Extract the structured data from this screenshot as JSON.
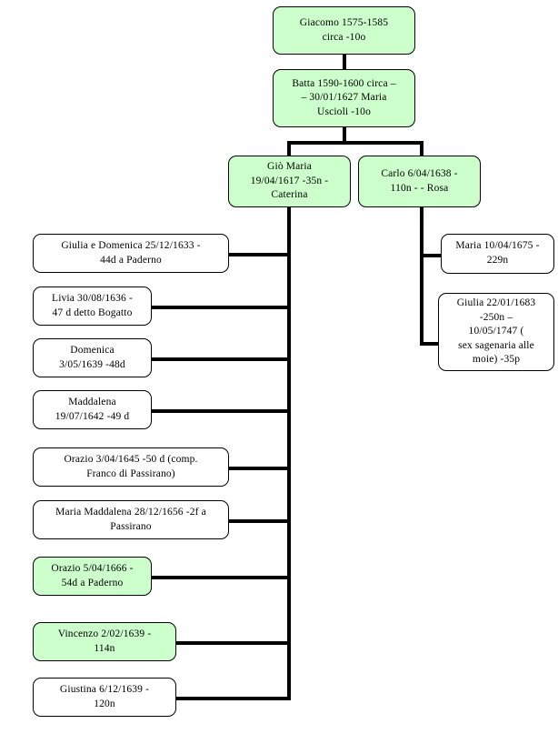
{
  "diagram": {
    "title": "Family tree chart",
    "type": "genealogy-tree",
    "colors": {
      "node_fill_highlight": "#ccffcc",
      "node_fill_default": "#ffffff",
      "node_border": "#000000",
      "connector": "#000000"
    }
  },
  "nodes": {
    "giacomo": {
      "label": "Giacomo 1575-1585\ncirca -10o",
      "fill": "#ccffcc"
    },
    "batta": {
      "label": "Batta 1590-1600 circa –\n– 30/01/1627 Maria\nUscioli -10o",
      "fill": "#ccffcc"
    },
    "gio_maria": {
      "label": "Giò Maria\n19/04/1617 -35n -\nCaterina",
      "fill": "#ccffcc"
    },
    "carlo": {
      "label": "Carlo 6/04/1638 -\n110n - - Rosa",
      "fill": "#ccffcc"
    },
    "maria_1675": {
      "label": "Maria 10/04/1675 -\n229n",
      "fill": "#ffffff"
    },
    "giulia_1683": {
      "label": "Giulia 22/01/1683\n-250n –\n10/05/1747 (\nsex sagenaria alle\nmoie) -35p",
      "fill": "#ffffff"
    },
    "giulia_e_domenica": {
      "label": "Giulia e Domenica 25/12/1633 -\n44d a Paderno",
      "fill": "#ffffff"
    },
    "livia": {
      "label": "Livia 30/08/1636 -\n47 d detto Bogatto",
      "fill": "#ffffff"
    },
    "domenica": {
      "label": "Domenica\n3/05/1639 -48d",
      "fill": "#ffffff"
    },
    "maddalena": {
      "label": "Maddalena\n19/07/1642 -49 d",
      "fill": "#ffffff"
    },
    "orazio_1645": {
      "label": "Orazio 3/04/1645 -50 d (comp.\nFranco di Passirano)",
      "fill": "#ffffff"
    },
    "maria_maddalena": {
      "label": "Maria Maddalena 28/12/1656 -2f a\nPassirano",
      "fill": "#ffffff"
    },
    "orazio_1666": {
      "label": "Orazio 5/04/1666 -\n54d a Paderno",
      "fill": "#ccffcc"
    },
    "vincenzo": {
      "label": "Vincenzo 2/02/1639 -\n114n",
      "fill": "#ccffcc"
    },
    "giustina": {
      "label": "Giustina 6/12/1639 -\n120n",
      "fill": "#ffffff"
    }
  }
}
